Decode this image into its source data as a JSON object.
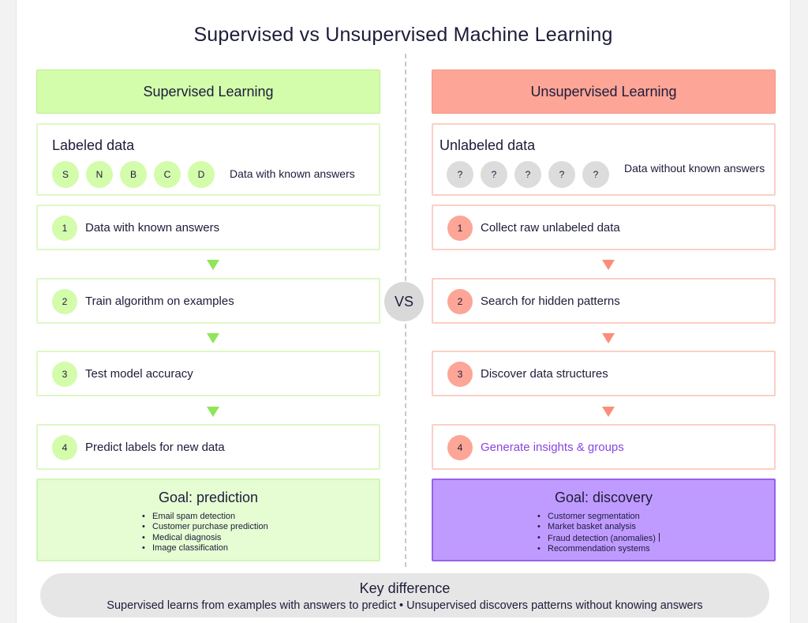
{
  "title": "Supervised vs Unsupervised Machine Learning",
  "vs_label": "VS",
  "supervised": {
    "header": "Supervised Learning",
    "data_title": "Labeled data",
    "chips": [
      "S",
      "N",
      "B",
      "C",
      "D"
    ],
    "data_desc": "Data with known answers",
    "steps": [
      {
        "num": "1",
        "label": "Data with known answers"
      },
      {
        "num": "2",
        "label": "Train algorithm on examples"
      },
      {
        "num": "3",
        "label": "Test model accuracy"
      },
      {
        "num": "4",
        "label": "Predict labels for new data"
      }
    ],
    "goal_title": "Goal: prediction",
    "goal_items": [
      "Email spam detection",
      "Customer purchase prediction",
      "Medical diagnosis",
      "Image classification"
    ]
  },
  "unsupervised": {
    "header": "Unsupervised Learning",
    "data_title": "Unlabeled data",
    "chips": [
      "?",
      "?",
      "?",
      "?",
      "?"
    ],
    "data_desc": "Data without known answers",
    "steps": [
      {
        "num": "1",
        "label": "Collect raw unlabeled data"
      },
      {
        "num": "2",
        "label": "Search for hidden patterns"
      },
      {
        "num": "3",
        "label": "Discover data structures"
      },
      {
        "num": "4",
        "label": "Generate insights & groups"
      }
    ],
    "goal_title": "Goal: discovery",
    "goal_items": [
      "Customer segmentation",
      "Market basket analysis",
      "Fraud detection (anomalies)",
      "Recommendation systems"
    ]
  },
  "key": {
    "title": "Key difference",
    "desc": "Supervised learns from examples with answers to predict • Unsupervised discovers patterns without knowing answers"
  },
  "colors": {
    "supervised_accent": "#d3fcab",
    "unsupervised_accent": "#fda596",
    "discovery_goal": "#c09bff",
    "highlight_text": "#8a44e0"
  }
}
